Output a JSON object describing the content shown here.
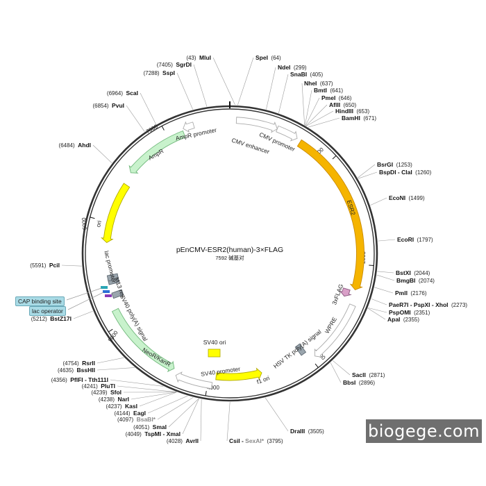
{
  "map": {
    "title": "pEnCMV-ESR2(human)-3×FLAG",
    "length_text": "7592 碱基对",
    "total_bp": 7592,
    "colors": {
      "backbone": "#333333",
      "esr2": "#f5b400",
      "ori": "#ffff00",
      "resistance": "#c8f2cc",
      "promoter_outline": "#bbbbbb",
      "flag": "#d9a0c8",
      "gray_box": "#9aa5ad",
      "box_label": "#a9dbe6"
    }
  },
  "ticks": [
    {
      "pos": 1000,
      "label": "1000"
    },
    {
      "pos": 2000,
      "label": "2000"
    },
    {
      "pos": 3000,
      "label": "3000"
    },
    {
      "pos": 4000,
      "label": "4000"
    },
    {
      "pos": 5000,
      "label": "5000"
    },
    {
      "pos": 6000,
      "label": "6000"
    },
    {
      "pos": 7000,
      "label": "7000"
    }
  ],
  "features": [
    {
      "name": "CMV enhancer",
      "start": 60,
      "end": 440,
      "kind": "promoter",
      "direction": 1
    },
    {
      "name": "CMV promoter",
      "start": 440,
      "end": 640,
      "kind": "promoter",
      "direction": 1
    },
    {
      "name": "ESR2",
      "start": 680,
      "end": 2240,
      "kind": "gene",
      "direction": 1
    },
    {
      "name": "3xFLAG",
      "start": 2255,
      "end": 2330,
      "kind": "tag",
      "direction": 1
    },
    {
      "name": "WPRE",
      "start": 2380,
      "end": 2960,
      "kind": "promoter",
      "direction": 1
    },
    {
      "name": "HSV TK poly(A) signal",
      "start": 3000,
      "end": 3060,
      "kind": "box",
      "direction": 1
    },
    {
      "name": "f1 ori",
      "start": 3480,
      "end": 3930,
      "kind": "ori",
      "direction": -1
    },
    {
      "name": "SV40 promoter",
      "start": 3960,
      "end": 4300,
      "kind": "promoter",
      "direction": 1
    },
    {
      "name": "NeoR/KanR",
      "start": 4340,
      "end": 5140,
      "kind": "resistance",
      "direction": -1
    },
    {
      "name": "SV40 poly(A) signal",
      "start": 5210,
      "end": 5340,
      "kind": "box",
      "direction": 1
    },
    {
      "name": "lac promoter",
      "start": 5400,
      "end": 5430,
      "kind": "box",
      "direction": 1
    },
    {
      "name": "M13 rev",
      "start": 5440,
      "end": 5460,
      "kind": "box",
      "direction": 1
    },
    {
      "name": "ori",
      "start": 5800,
      "end": 6400,
      "kind": "ori",
      "direction": -1
    },
    {
      "name": "AmpR",
      "start": 6520,
      "end": 7150,
      "kind": "resistance",
      "direction": -1
    },
    {
      "name": "AmpR promoter",
      "start": 7160,
      "end": 7260,
      "kind": "promoter",
      "direction": -1
    }
  ],
  "inner_labels": [
    {
      "text": "SV40 ori"
    }
  ],
  "box_labels": [
    {
      "text": "CAP binding site"
    },
    {
      "text": "lac operator"
    }
  ],
  "sites": [
    {
      "name": "MluI",
      "pos": "(43)"
    },
    {
      "name": "SpeI",
      "pos": "(64)"
    },
    {
      "name": "NdeI",
      "pos": "(299)"
    },
    {
      "name": "SnaBI",
      "pos": "(405)"
    },
    {
      "name": "NheI",
      "pos": "(637)"
    },
    {
      "name": "BmtI",
      "pos": "(641)"
    },
    {
      "name": "PmeI",
      "pos": "(646)"
    },
    {
      "name": "AflII",
      "pos": "(650)"
    },
    {
      "name": "HindIII",
      "pos": "(653)"
    },
    {
      "name": "BamHI",
      "pos": "(671)"
    },
    {
      "name": "BsrGI",
      "pos": "(1253)"
    },
    {
      "name": "BspDI - ClaI",
      "pos": "(1260)"
    },
    {
      "name": "EcoNI",
      "pos": "(1499)"
    },
    {
      "name": "EcoRI",
      "pos": "(1797)"
    },
    {
      "name": "BstXI",
      "pos": "(2044)"
    },
    {
      "name": "BmgBI",
      "pos": "(2074)"
    },
    {
      "name": "PmlI",
      "pos": "(2176)"
    },
    {
      "name": "PaeR7I - PspXI - XhoI",
      "pos": "(2273)"
    },
    {
      "name": "PspOMI",
      "pos": "(2351)"
    },
    {
      "name": "ApaI",
      "pos": "(2355)"
    },
    {
      "name": "SacII",
      "pos": "(2871)"
    },
    {
      "name": "BbsI",
      "pos": "(2896)"
    },
    {
      "name": "DraIII",
      "pos": "(3505)"
    },
    {
      "name": "CsiI - SexAI*",
      "pos": "(3795)"
    },
    {
      "name": "AvrII",
      "pos": "(4028)"
    },
    {
      "name": "TspMI - XmaI",
      "pos": "(4049)"
    },
    {
      "name": "SmaI",
      "pos": "(4051)"
    },
    {
      "name": "BsaBI*",
      "pos": "(4097)"
    },
    {
      "name": "EagI",
      "pos": "(4144)"
    },
    {
      "name": "KasI",
      "pos": "(4237)"
    },
    {
      "name": "NarI",
      "pos": "(4238)"
    },
    {
      "name": "SfoI",
      "pos": "(4239)"
    },
    {
      "name": "PluTI",
      "pos": "(4241)"
    },
    {
      "name": "PflFI - Tth111I",
      "pos": "(4356)"
    },
    {
      "name": "BssHII",
      "pos": "(4635)"
    },
    {
      "name": "RsrII",
      "pos": "(4754)"
    },
    {
      "name": "BstZ17I",
      "pos": "(5212)"
    },
    {
      "name": "PciI",
      "pos": "(5591)"
    },
    {
      "name": "AhdI",
      "pos": "(6484)"
    },
    {
      "name": "PvuI",
      "pos": "(6854)"
    },
    {
      "name": "ScaI",
      "pos": "(6964)"
    },
    {
      "name": "SspI",
      "pos": "(7288)"
    },
    {
      "name": "SgrDI",
      "pos": "(7405)"
    }
  ],
  "watermark": {
    "text": "biogege.com"
  }
}
